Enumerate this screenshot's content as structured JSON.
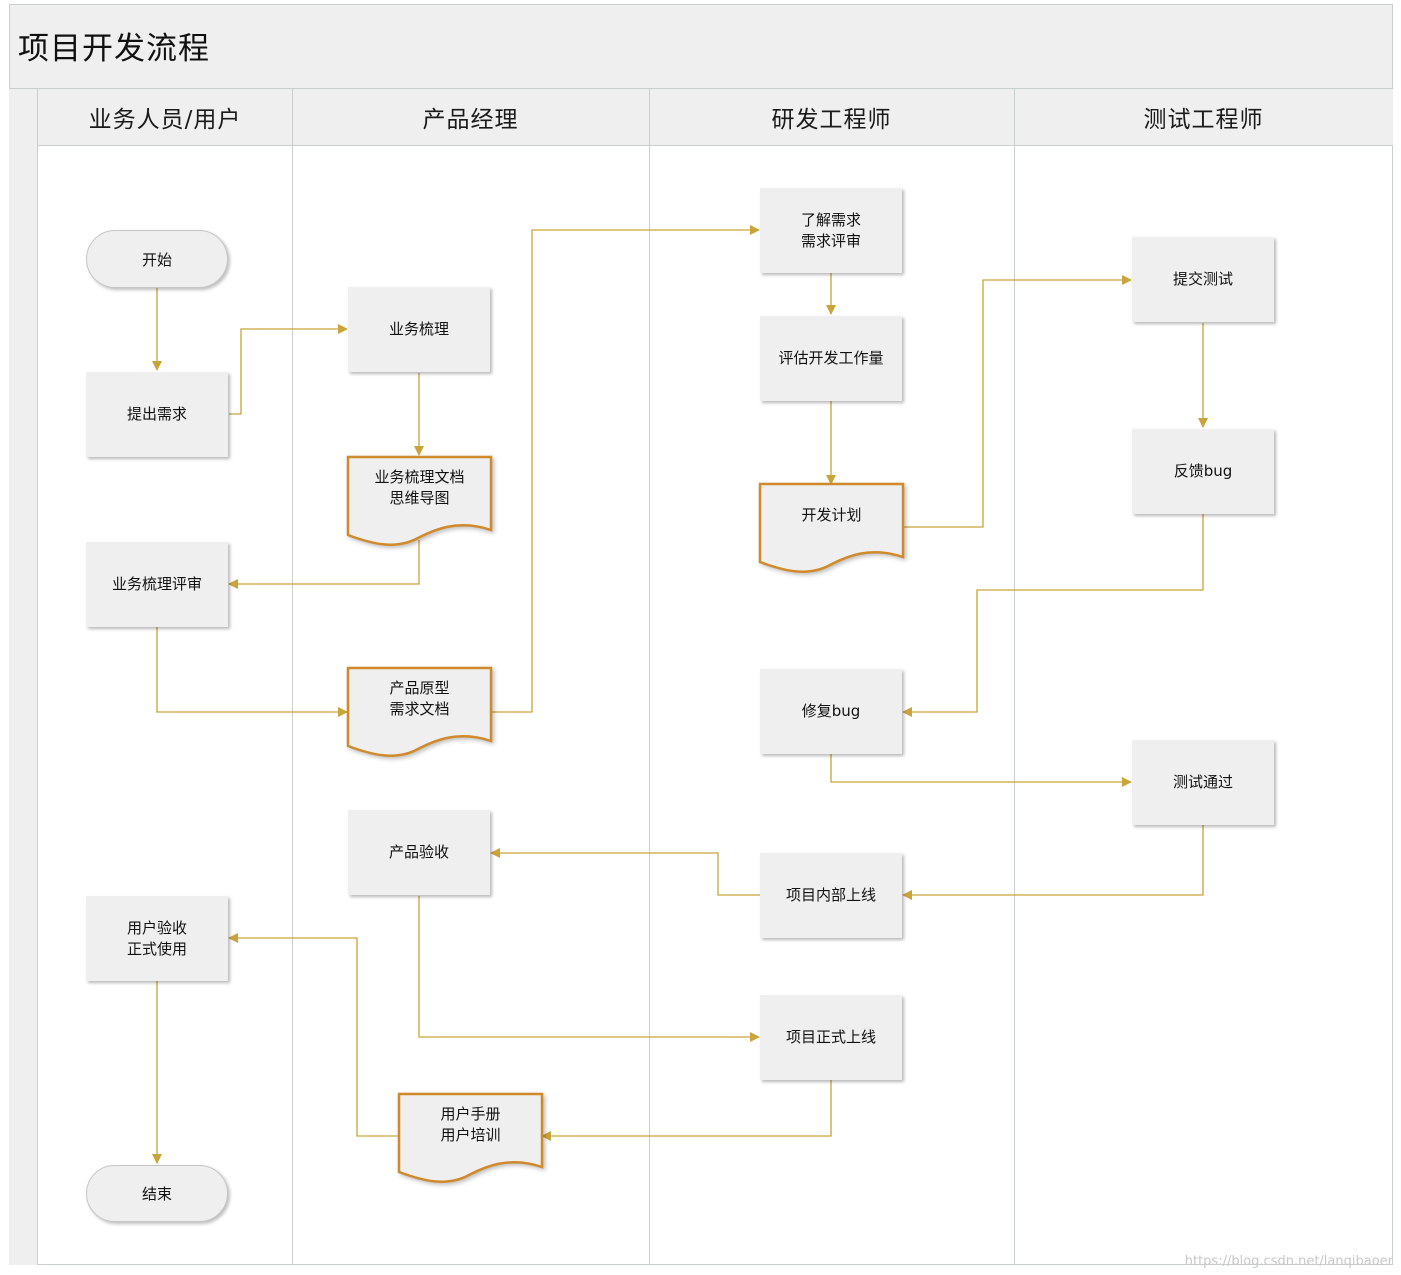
{
  "title": "项目开发流程",
  "lanes": [
    "业务人员/用户",
    "产品经理",
    "研发工程师",
    "测试工程师"
  ],
  "nodes": {
    "start": "开始",
    "request": "提出需求",
    "biz_analysis": "业务梳理",
    "biz_doc": "业务梳理文档\n思维导图",
    "biz_review": "业务梳理评审",
    "prototype_doc": "产品原型\n需求文档",
    "understand": "了解需求\n需求评审",
    "estimate": "评估开发工作量",
    "dev_plan": "开发计划",
    "submit_test": "提交测试",
    "feedback_bug": "反馈bug",
    "fix_bug": "修复bug",
    "test_pass": "测试通过",
    "internal_release": "项目内部上线",
    "product_accept": "产品验收",
    "user_accept": "用户验收\n正式使用",
    "formal_release": "项目正式上线",
    "manual": "用户手册\n用户培训",
    "end": "结束"
  },
  "watermark": "https://blog.csdn.net/lanqibaoer",
  "colors": {
    "connector": "#c9a43a",
    "doc_border": "#d08a2b",
    "fill": "#efefef",
    "grid": "#c9cfcc"
  }
}
